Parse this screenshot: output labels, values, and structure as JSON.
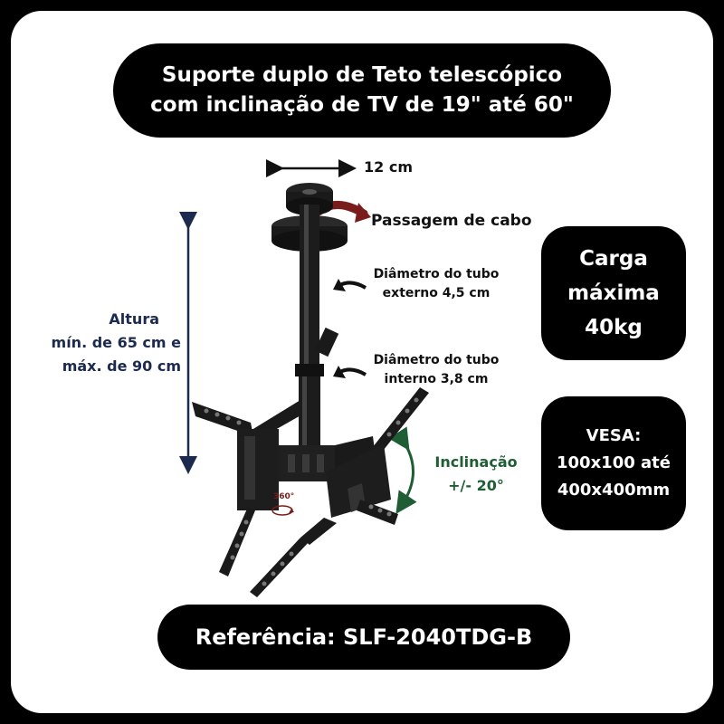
{
  "title": {
    "line1": "Suporte duplo de Teto telescópico",
    "line2": "com inclinação de TV de 19\" até 60\""
  },
  "dimensions": {
    "width": "12 cm",
    "cable": "Passagem de cabo",
    "outer_tube_line1": "Diâmetro do tubo",
    "outer_tube_line2": "externo 4,5 cm",
    "inner_tube_line1": "Diâmetro do tubo",
    "inner_tube_line2": "interno 3,8 cm",
    "height_line1": "Altura",
    "height_line2": "mín. de 65 cm e",
    "height_line3": "máx. de 90 cm",
    "tilt_line1": "Inclinação",
    "tilt_line2": "+/- 20°",
    "rotation": "360°"
  },
  "load": {
    "line1": "Carga",
    "line2": "máxima",
    "line3": "40kg"
  },
  "vesa": {
    "line1": "VESA:",
    "line2": "100x100 até",
    "line3": "400x400mm"
  },
  "reference": "Referência: SLF-2040TDG-B",
  "colors": {
    "background": "#000000",
    "card": "#ffffff",
    "height_text": "#1b2a4e",
    "tilt_text": "#1f5e35",
    "cable_arrow": "#7a1c1c"
  }
}
